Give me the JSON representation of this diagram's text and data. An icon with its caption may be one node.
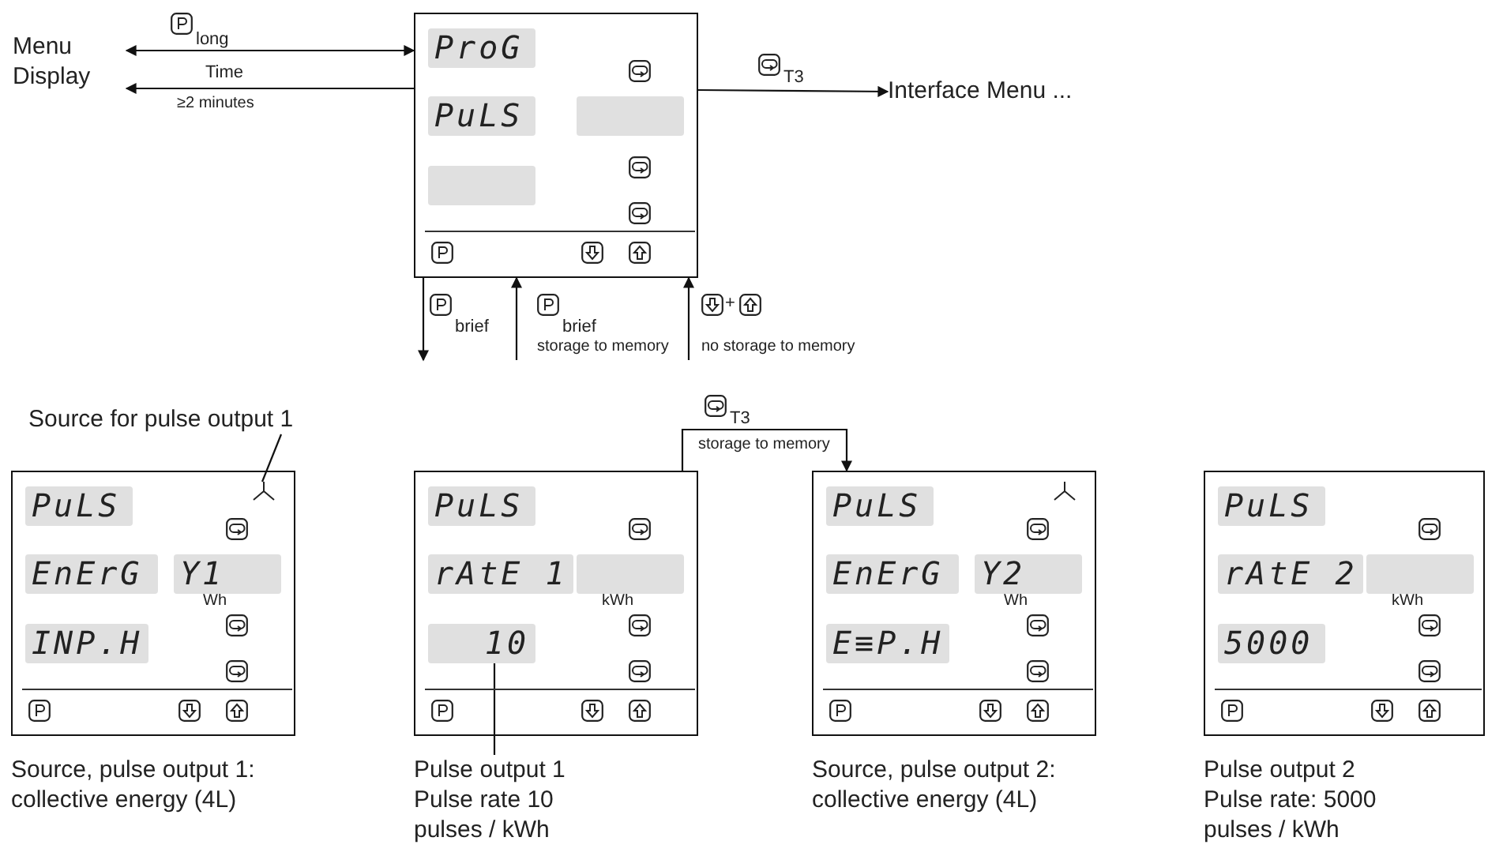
{
  "diagram": {
    "nodes": [
      {
        "text": [
          "Menu Display"
        ]
      },
      {
        "text": [],
        "shape": "box"
      },
      {
        "text": [
          "ProG"
        ],
        "in": 1
      },
      {
        "text": [
          "PuLS"
        ],
        "in": 1
      },
      {
        "text": [],
        "shape": "box",
        "in": 1
      },
      {
        "text": [],
        "shape": "box",
        "in": 1
      },
      {
        "text": [
          "Interface Menu ..."
        ]
      },
      {
        "text": [
          "Source for pulse output 1"
        ]
      },
      {
        "text": [
          "Wh"
        ],
        "beside": [
          "Source, pulse output 1: collective energy (4L)"
        ]
      },
      {
        "text": [],
        "shape": "mark",
        "in": 8
      },
      {
        "text": [
          "PuLS"
        ],
        "in": 8
      },
      {
        "text": [
          "EnErG"
        ],
        "in": 8
      },
      {
        "text": [
          "Y1"
        ],
        "in": 8
      },
      {
        "text": [
          "INP.H"
        ],
        "in": 8
      },
      {
        "text": [
          "kWh"
        ]
      },
      {
        "text": [
          "PuLS"
        ],
        "in": 14
      },
      {
        "text": [
          "rAtE 1"
        ],
        "in": 14
      },
      {
        "text": [],
        "shape": "box",
        "in": 14
      },
      {
        "text": [
          "10"
        ],
        "in": 14
      },
      {
        "text": [
          "Wh"
        ],
        "beside": [
          "Source, pulse output 2: collective energy (4L)"
        ]
      },
      {
        "text": [],
        "shape": "mark",
        "in": 19
      },
      {
        "text": [
          "PuLS"
        ],
        "in": 19
      },
      {
        "text": [
          "EnErG"
        ],
        "in": 19
      },
      {
        "text": [
          "Y2"
        ],
        "in": 19
      },
      {
        "text": [
          "E≡P.H"
        ],
        "in": 19
      },
      {
        "text": [
          "kWh"
        ],
        "beside": [
          "Pulse output 2 Pulse rate: 5000 pulses / kWh"
        ]
      },
      {
        "text": [
          "PuLS"
        ],
        "in": 25
      },
      {
        "text": [
          "rAtE 2"
        ],
        "in": 25
      },
      {
        "text": [],
        "shape": "box",
        "in": 25
      },
      {
        "text": [
          "5000"
        ],
        "in": 25
      },
      {
        "text": [
          "Pulse output 1 Pulse rate 10 pulses / kWh"
        ]
      }
    ],
    "edges": [
      {
        "from": 0,
        "to": 1,
        "arrow": "both",
        "label": "long"
      },
      {
        "from": 1,
        "to": 0,
        "arrow": "to",
        "label": "Time"
      },
      {
        "from": 1,
        "to": 6,
        "arrow": "to",
        "label": "T3"
      },
      {
        "from": 1,
        "to": null,
        "arrow": "to",
        "label": "brief"
      },
      {
        "from": null,
        "to": 1,
        "arrow": "to",
        "label": "brief"
      },
      {
        "from": null,
        "to": 1,
        "arrow": "to",
        "label": "+"
      },
      {
        "from": 14,
        "to": 19,
        "arrow": "to",
        "label": "T3"
      },
      {
        "from": 7,
        "to": 9,
        "arrow": "none"
      },
      {
        "from": 30,
        "to": 18,
        "arrow": "none"
      }
    ],
    "labels": [
      "≥2 minutes",
      "storage to memory",
      "no storage to memory",
      "storage to memory"
    ]
  }
}
